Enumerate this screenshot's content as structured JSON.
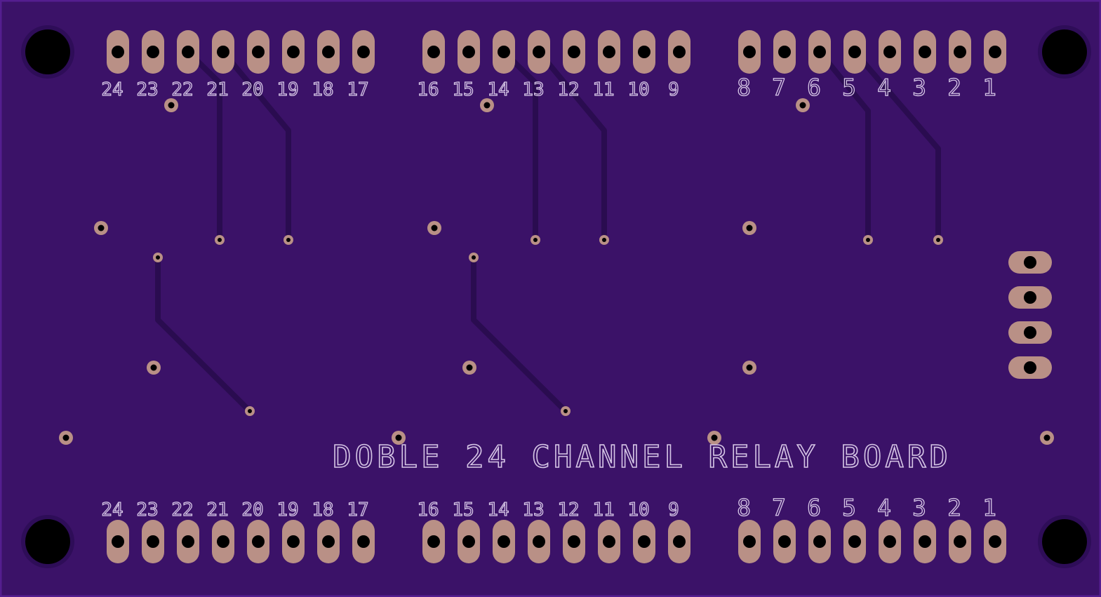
{
  "board": {
    "title": "DOBLE 24 CHANNEL RELAY BOARD",
    "top_pin_labels": [
      "24",
      "23",
      "22",
      "21",
      "20",
      "19",
      "18",
      "17",
      "16",
      "15",
      "14",
      "13",
      "12",
      "11",
      "10",
      "9",
      "8",
      "7",
      "6",
      "5",
      "4",
      "3",
      "2",
      "1"
    ],
    "bottom_pin_labels": [
      "24",
      "23",
      "22",
      "21",
      "20",
      "19",
      "18",
      "17",
      "16",
      "15",
      "14",
      "13",
      "12",
      "11",
      "10",
      "9",
      "8",
      "7",
      "6",
      "5",
      "4",
      "3",
      "2",
      "1"
    ],
    "side_connector_pins": 4,
    "colors": {
      "board": "#3b1268",
      "border": "#541e8f",
      "pad": "#b99086",
      "drill": "#000000",
      "trace": "#2a0c50",
      "silkscreen": "#d6c6e6"
    }
  }
}
